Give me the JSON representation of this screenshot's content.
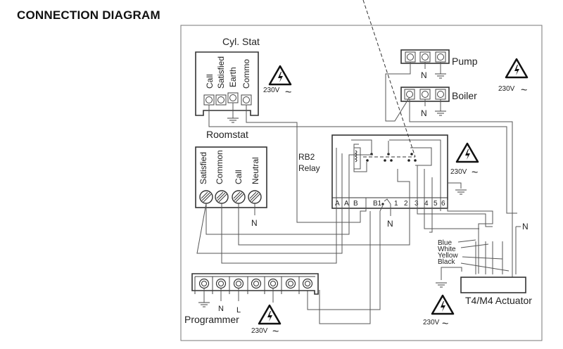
{
  "title": "CONNECTION DIAGRAM",
  "cyl_stat": {
    "label": "Cyl. Stat",
    "terminals": [
      "Call",
      "Satisfied",
      "Earth",
      "Commo"
    ]
  },
  "roomstat": {
    "label": "Roomstat",
    "terminals": [
      "Satisfied",
      "Common",
      "Call",
      "Neutral"
    ],
    "neutral": "N"
  },
  "pump": {
    "label": "Pump",
    "neutral": "N"
  },
  "boiler": {
    "label": "Boiler",
    "neutral": "N"
  },
  "relay": {
    "label_line1": "RB2",
    "label_line2": "Relay",
    "terminals": [
      "A",
      "A",
      "B",
      "B1",
      "1",
      "2",
      "3",
      "4",
      "5",
      "6"
    ],
    "neutral": "N"
  },
  "actuator": {
    "label": "T4/M4 Actuator",
    "wires": [
      "Blue",
      "White",
      "Yellow",
      "Black"
    ],
    "neutral": "N"
  },
  "programmer": {
    "label": "Programmer",
    "terminal_labels": [
      "N",
      "L"
    ]
  },
  "voltage": "230V",
  "ac_symbol": "~"
}
